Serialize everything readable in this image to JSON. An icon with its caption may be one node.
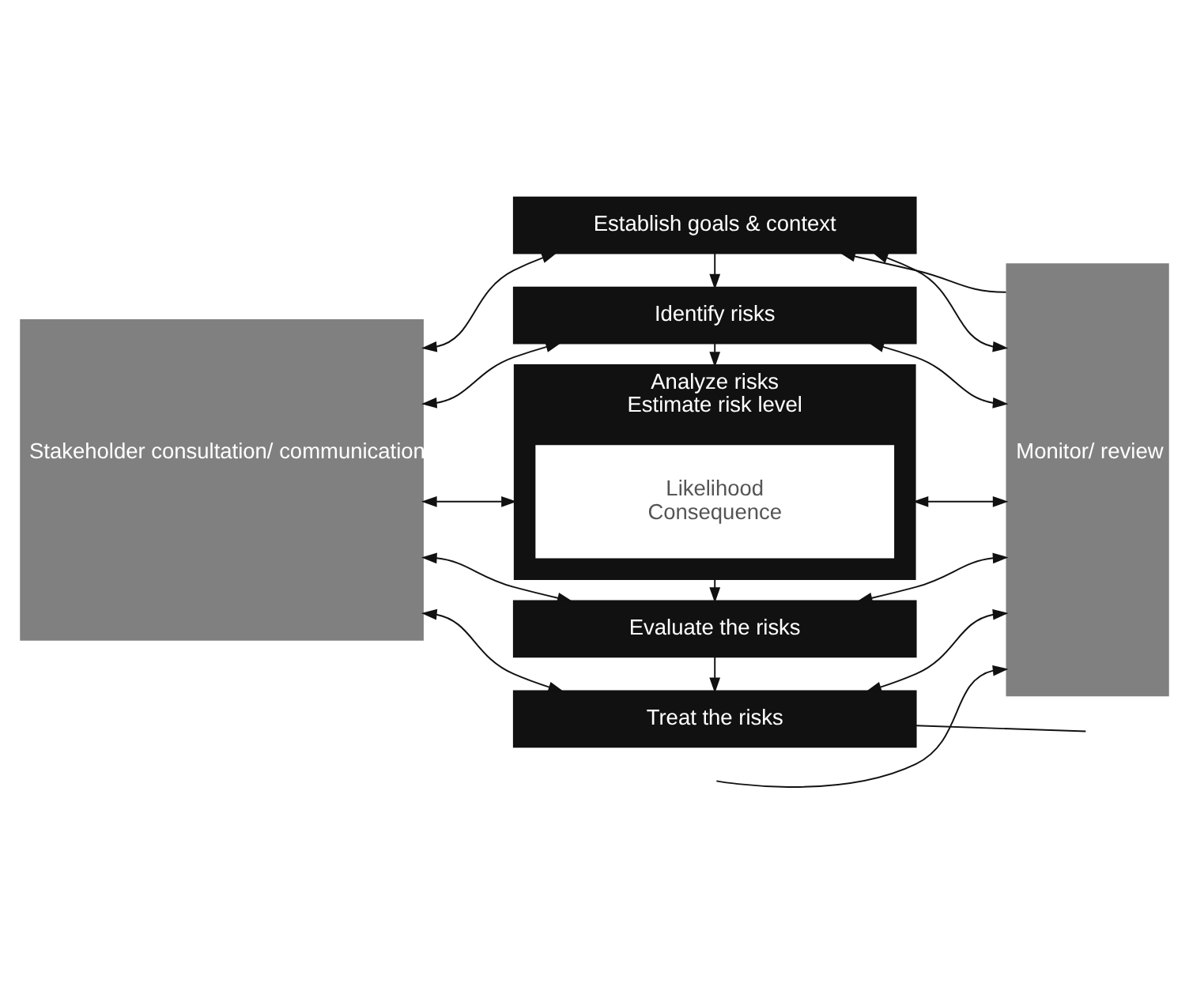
{
  "diagram": {
    "nodes": [
      {
        "text": [
          "Stakeholder consultation/ communication"
        ]
      },
      {
        "text": [
          "Establish goals & context"
        ]
      },
      {
        "text": [
          "Identify risks"
        ]
      },
      {
        "text": [
          "Analyze risks",
          "Estimate risk level"
        ]
      },
      {
        "text": [
          "Likelihood",
          "Consequence"
        ],
        "in": 3
      },
      {
        "text": [
          "Evaluate the risks"
        ]
      },
      {
        "text": [
          "Treat the risks"
        ]
      },
      {
        "text": [
          "Monitor/ review"
        ]
      }
    ],
    "edges": [
      {
        "from": 7,
        "to": 1,
        "arrow": "to"
      },
      {
        "from": 0,
        "to": 1,
        "arrow": "both"
      },
      {
        "from": 1,
        "to": 7,
        "arrow": "both"
      },
      {
        "from": 1,
        "to": 2,
        "arrow": "to"
      },
      {
        "from": 0,
        "to": 2,
        "arrow": "both"
      },
      {
        "from": 2,
        "to": 7,
        "arrow": "both"
      },
      {
        "from": 2,
        "to": 3,
        "arrow": "to"
      },
      {
        "from": 0,
        "to": 3,
        "arrow": "both"
      },
      {
        "from": 3,
        "to": 7,
        "arrow": "both"
      },
      {
        "from": 3,
        "to": 5,
        "arrow": "to"
      },
      {
        "from": 0,
        "to": 5,
        "arrow": "both"
      },
      {
        "from": 5,
        "to": 7,
        "arrow": "both"
      },
      {
        "from": 5,
        "to": 6,
        "arrow": "to"
      },
      {
        "from": 0,
        "to": 6,
        "arrow": "both"
      },
      {
        "from": 6,
        "to": 7,
        "arrow": "both"
      },
      {
        "from": 6,
        "to": null,
        "arrow": "none"
      },
      {
        "from": null,
        "to": 7,
        "arrow": "to"
      }
    ]
  }
}
